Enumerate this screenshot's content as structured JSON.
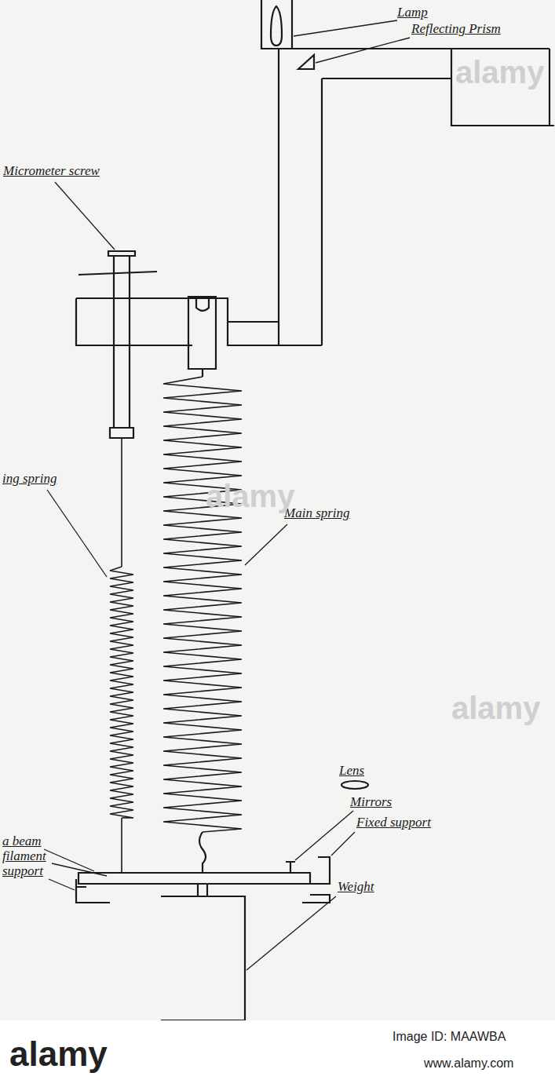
{
  "diagram": {
    "labels": [
      "Lamp",
      "Reflecting Prism",
      "Micrometer screw",
      "Main spring",
      "ing spring",
      "Lens",
      "Mirrors",
      "Fixed support",
      "a beam",
      "filament",
      "support",
      "Weight",
      "alamy",
      "alamy",
      "alamy",
      "alamy",
      "Image ID: MAAWBA",
      "www.alamy.com"
    ]
  }
}
